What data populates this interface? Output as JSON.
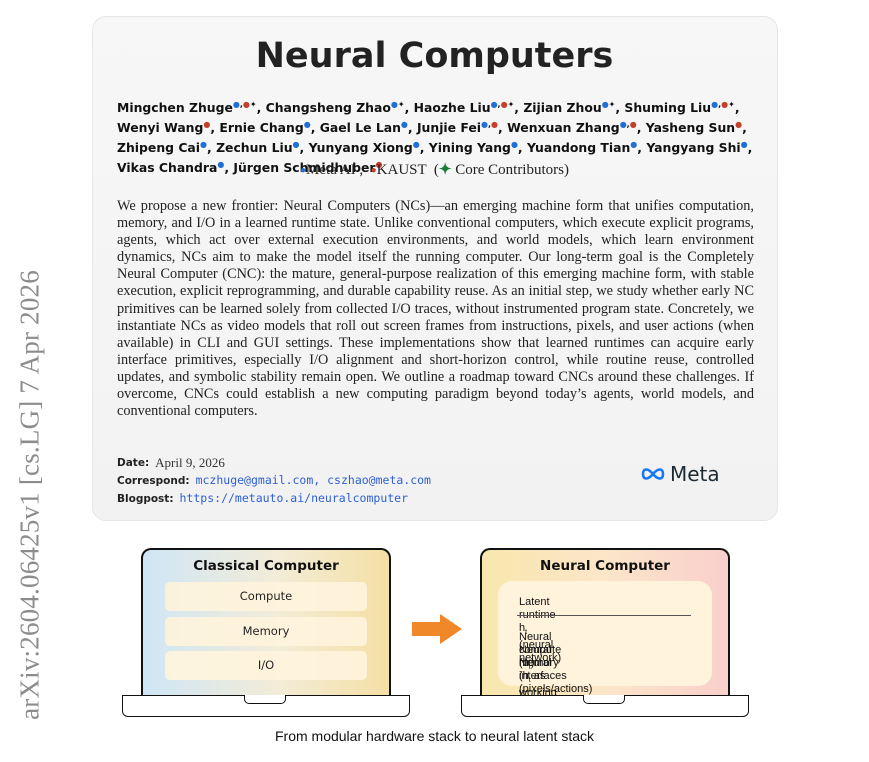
{
  "arxiv_stamp": "arXiv:2604.06425v1  [cs.LG]  7 Apr 2026",
  "title": "Neural Computers",
  "authors": [
    {
      "name": "Mingchen Zhuge",
      "marks": "1,2,✦"
    },
    {
      "name": "Changsheng Zhao",
      "marks": "1✦"
    },
    {
      "name": "Haozhe Liu",
      "marks": "1,2,✦"
    },
    {
      "name": "Zijian Zhou",
      "marks": "1✦"
    },
    {
      "name": "Shuming Liu",
      "marks": "1,2,✦"
    },
    {
      "name": "Wenyi Wang",
      "marks": "2"
    },
    {
      "name": "Ernie Chang",
      "marks": "1"
    },
    {
      "name": "Gael Le Lan",
      "marks": "1"
    },
    {
      "name": "Junjie Fei",
      "marks": "1,2"
    },
    {
      "name": "Wenxuan Zhang",
      "marks": "1,2"
    },
    {
      "name": "Yasheng Sun",
      "marks": "2"
    },
    {
      "name": "Zhipeng Cai",
      "marks": "1"
    },
    {
      "name": "Zechun Liu",
      "marks": "1"
    },
    {
      "name": "Yunyang Xiong",
      "marks": "1"
    },
    {
      "name": "Yining Yang",
      "marks": "1"
    },
    {
      "name": "Yuandong Tian",
      "marks": "1"
    },
    {
      "name": "Yangyang Shi",
      "marks": "1"
    },
    {
      "name": "Vikas Chandra",
      "marks": "1"
    },
    {
      "name": "Jürgen Schmidhuber",
      "marks": "2"
    }
  ],
  "affiliations": {
    "meta": "Meta AI",
    "kaust": "KAUST",
    "core": "Core Contributors"
  },
  "abstract": "We propose a new frontier: Neural Computers (NCs)—an emerging machine form that unifies computation, memory, and I/O in a learned runtime state. Unlike conventional computers, which execute explicit programs, agents, which act over external execution environments, and world models, which learn environment dynamics, NCs aim to make the model itself the running computer. Our long-term goal is the Completely Neural Computer (CNC): the mature, general-purpose realization of this emerging machine form, with stable execution, explicit reprogramming, and durable capability reuse. As an initial step, we study whether early NC primitives can be learned solely from collected I/O traces, without instrumented program state. Concretely, we instantiate NCs as video models that roll out screen frames from instructions, pixels, and user actions (when available) in CLI and GUI settings. These implementations show that learned runtimes can acquire early interface primitives, especially I/O alignment and short-horizon control, while routine reuse, controlled updates, and symbolic stability remain open. We outline a roadmap toward CNCs around these challenges. If overcome, CNCs could establish a new computing paradigm beyond today’s agents, world models, and conventional computers.",
  "details": {
    "date_label": "Date:",
    "date": "April 9, 2026",
    "correspond_label": "Correspond:",
    "correspond": "mczhuge@gmail.com, cszhao@meta.com",
    "blogpost_label": "Blogpost:",
    "blogpost": "https://metauto.ai/neuralcomputer"
  },
  "logo_text": "Meta",
  "figure": {
    "classical": {
      "title": "Classical Computer",
      "slots": [
        "Compute",
        "Memory",
        "I/O"
      ]
    },
    "neural": {
      "title": "Neural Computer",
      "runtime": "Latent runtime h",
      "runtime_sub": "t",
      "runtime_tail": " (neural network)",
      "lines": [
        {
          "pre": "Neural compute (h",
          "sub": "t",
          "post": ")"
        },
        {
          "pre": "Neural memory (h",
          "sub": "t",
          "post": " as working state)"
        },
        {
          "pre": "Neural interfaces (pixels/actions)",
          "sub": "",
          "post": ""
        }
      ]
    },
    "caption": "From modular hardware stack to neural latent stack"
  },
  "colors": {
    "meta_blue": "#1f6fd6",
    "kaust_red": "#c4402b",
    "arrow_orange": "#f0882a",
    "link_blue": "#2d5fd3"
  }
}
